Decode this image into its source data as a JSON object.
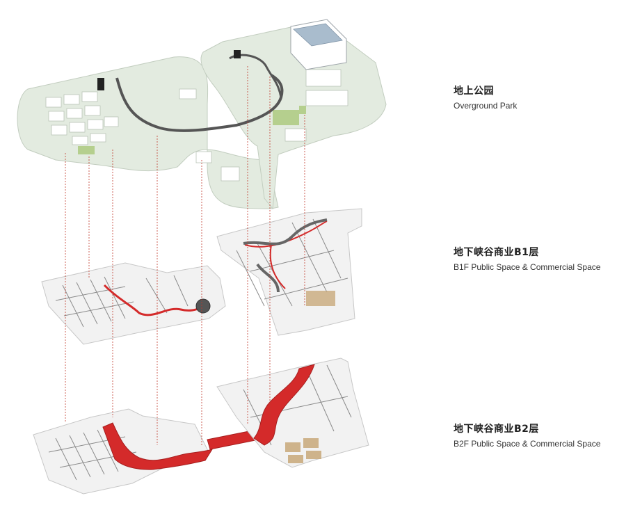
{
  "layers": [
    {
      "id": "park",
      "title_cn": "地上公园",
      "title_en": "Overground Park"
    },
    {
      "id": "b1",
      "title_cn": "地下峡谷商业B1层",
      "title_en": "B1F Public Space & Commercial Space"
    },
    {
      "id": "b2",
      "title_cn": "地下峡谷商业B2层",
      "title_en": "B2F Public Space & Commercial Space"
    }
  ],
  "colors": {
    "park_fill": "#e3ebe0",
    "park_block": "#cbd7c8",
    "park_green": "#b5cf8e",
    "slab_fill": "#f2f2f2",
    "slab_edge": "#c7c7c7",
    "wall": "#8a8a8a",
    "circulation": "#d42a2a",
    "leader_line": "#c0392b",
    "shop_floor": "#c8a97a"
  }
}
